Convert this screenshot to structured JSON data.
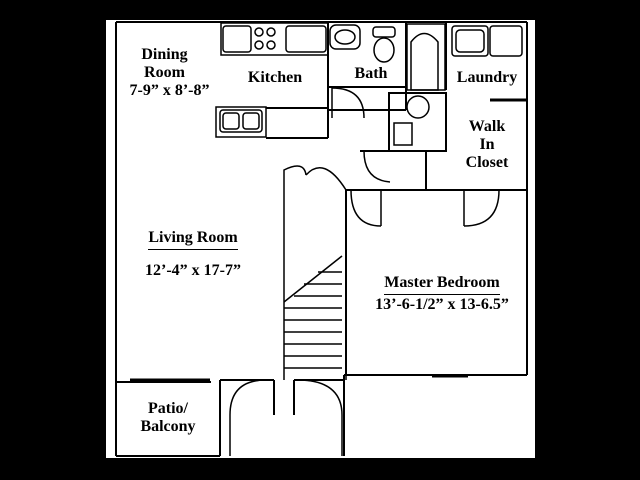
{
  "rooms": {
    "dining": {
      "name_line1": "Dining",
      "name_line2": "Room",
      "dims": "7-9” x 8’-8”"
    },
    "kitchen": {
      "name": "Kitchen"
    },
    "bath": {
      "name": "Bath"
    },
    "laundry": {
      "name": "Laundry"
    },
    "closet": {
      "line1": "Walk",
      "line2": "In",
      "line3": "Closet"
    },
    "living": {
      "name": "Living Room",
      "dims": "12’-4” x 17-7”"
    },
    "master": {
      "name": "Master Bedroom",
      "dims": "13’-6-1/2” x 13-6.5”"
    },
    "patio": {
      "line1": "Patio/",
      "line2": "Balcony"
    }
  },
  "colors": {
    "background": "#000000",
    "sheet": "#ffffff",
    "ink": "#000000"
  }
}
